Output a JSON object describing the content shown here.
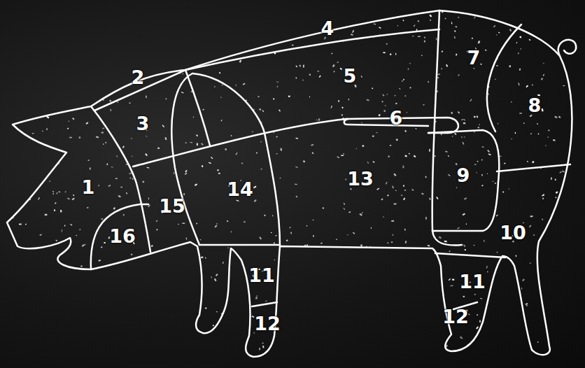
{
  "diagram": {
    "labels": [
      "4",
      "7",
      "5",
      "2",
      "8",
      "6",
      "3",
      "9",
      "13",
      "1",
      "14",
      "15",
      "10",
      "16",
      "11",
      "11",
      "12",
      "12"
    ]
  }
}
